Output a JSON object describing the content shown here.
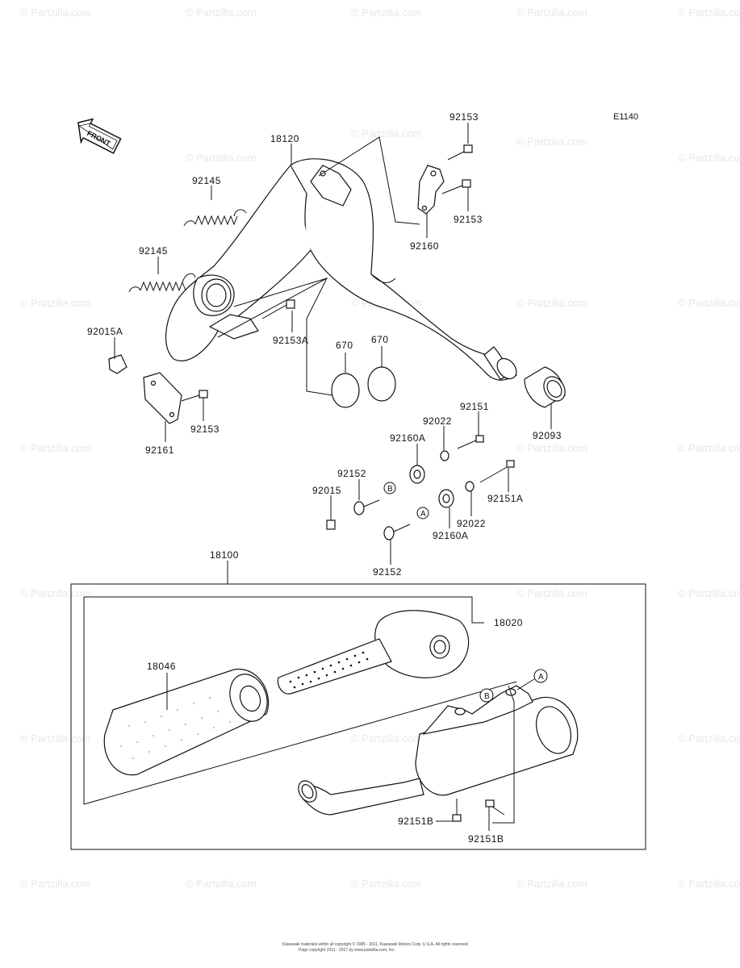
{
  "diagram": {
    "code": "E1140",
    "front_label": "FRONT",
    "watermark": "© Partzilla.com",
    "copyright_lines": [
      "Kawasaki materials within all copyright © 1985 - 2011, Kawasaki Motors Corp. U.S.A. All rights reserved.",
      "Page copyright 2011 - 2017 by www.partzilla.com, Inc."
    ],
    "part_labels": {
      "p18120": "18120",
      "p92153_top": "92153",
      "p92153_mid": "92153",
      "p92160": "92160",
      "p92145_a": "92145",
      "p92145_b": "92145",
      "p92015A": "92015A",
      "p92153A": "92153A",
      "p670_a": "670",
      "p670_b": "670",
      "p92153_low": "92153",
      "p92161": "92161",
      "p92093": "92093",
      "p92151": "92151",
      "p92022_a": "92022",
      "p92160A_a": "92160A",
      "p92152_a": "92152",
      "p92015": "92015",
      "p92151A": "92151A",
      "p92022_b": "92022",
      "p92160A_b": "92160A",
      "p92152_b": "92152",
      "p18100": "18100",
      "p18020": "18020",
      "p18046": "18046",
      "p92151B_a": "92151B",
      "p92151B_b": "92151B"
    },
    "callouts": {
      "A": "A",
      "B": "B"
    }
  }
}
